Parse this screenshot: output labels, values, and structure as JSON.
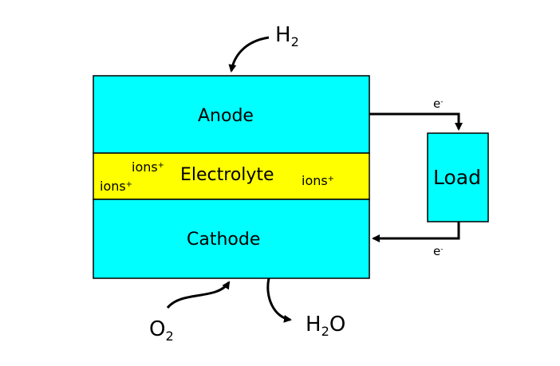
{
  "colors": {
    "electrode": "#00ffff",
    "electrolyte": "#ffff00",
    "load": "#00ffff",
    "stroke": "#000000"
  },
  "labels": {
    "anode": "Anode",
    "electrolyte": "Electrolyte",
    "cathode": "Cathode",
    "load": "Load",
    "ion_base": "ions",
    "ion_charge": "+",
    "electron_base": "e",
    "electron_charge": "-"
  },
  "molecules": {
    "hydrogen": {
      "symbol": "H",
      "subscript": "2"
    },
    "oxygen": {
      "symbol": "O",
      "subscript": "2"
    },
    "water": {
      "symbol_1": "H",
      "subscript": "2",
      "symbol_2": "O"
    }
  }
}
